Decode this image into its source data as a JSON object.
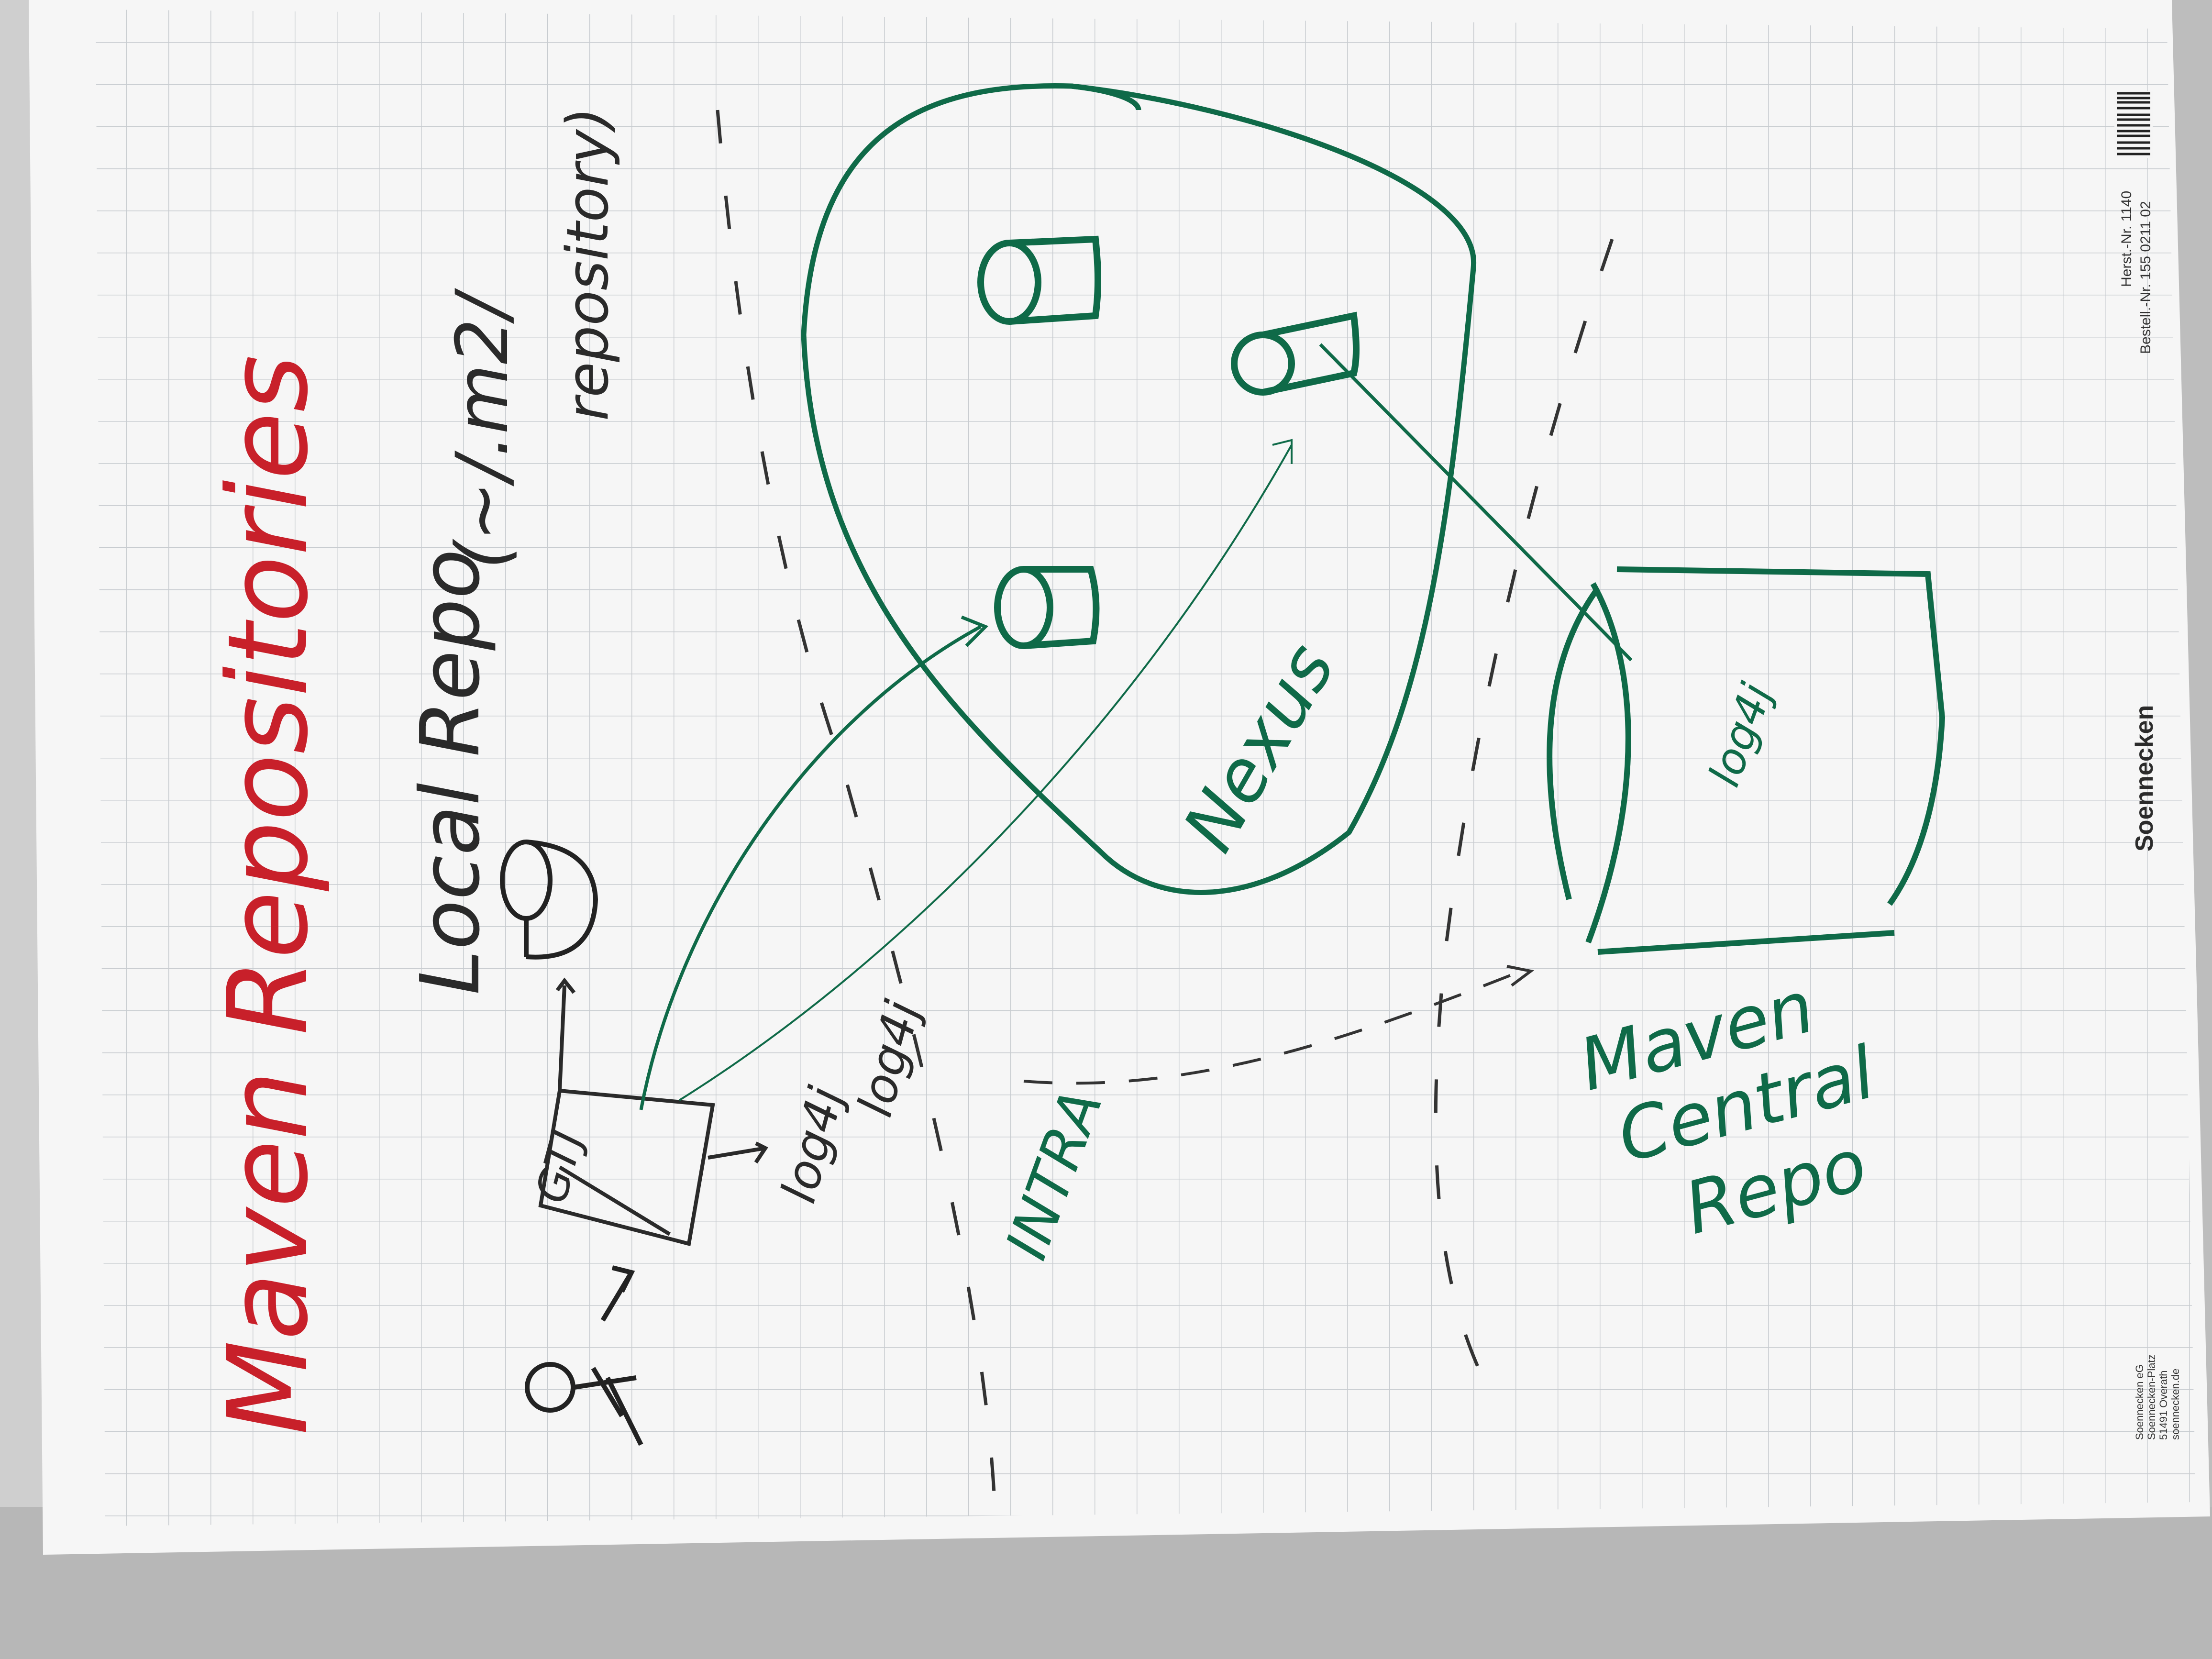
{
  "whiteboard": {
    "title": "Maven Repositories",
    "local_repo_label": "Local Repo",
    "local_repo_path_line1": "(~/.m2/",
    "local_repo_path_line2": "repository)",
    "client_box_label": "GTJ",
    "log4j_small_1": "log4j",
    "log4j_small_2": "log4j",
    "nexus_label": "Nexus",
    "intra_label": "INTRA",
    "central_box_label": "log4j",
    "central_label_line1": "Maven",
    "central_label_line2": "Central",
    "central_label_line3": "Repo"
  },
  "paper_print": {
    "brand": "Soennecken",
    "herst_nr": "Herst.-Nr. 1140",
    "bestell_nr": "Bestell.-Nr. 155 0211 02",
    "address_line1": "Soennecken eG",
    "address_line2": "Soennecken-Platz",
    "address_line3": "51491 Overath",
    "address_line4": "soennecken.de"
  },
  "colors": {
    "title_red": "#c8202a",
    "marker_green": "#0f6a48",
    "pencil_black": "#2a2a2a",
    "paper": "#f7f7f7",
    "grid": "#c9cdd1"
  }
}
